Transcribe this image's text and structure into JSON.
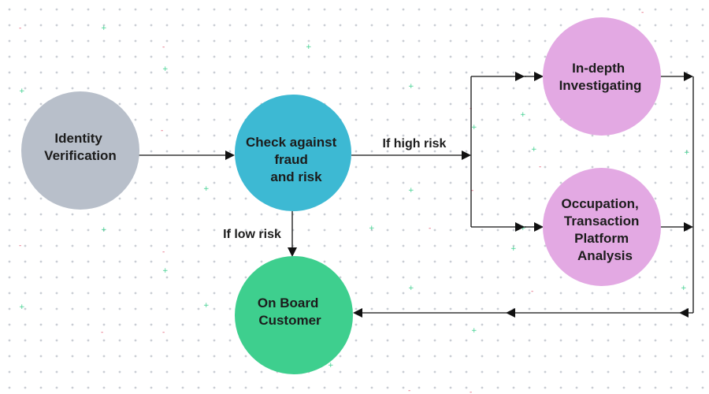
{
  "diagram": {
    "nodes": [
      {
        "id": "identity",
        "lines": [
          "Identity",
          "Verification"
        ],
        "color": "#b8bfca"
      },
      {
        "id": "check",
        "lines": [
          "Check against",
          "fraud",
          "and risk"
        ],
        "color": "#3db9d3"
      },
      {
        "id": "investigate",
        "lines": [
          "In-depth",
          "Investigating"
        ],
        "color": "#e3a9e3"
      },
      {
        "id": "analysis",
        "lines": [
          "Occupation,",
          "Transaction",
          "Platform",
          "Analysis"
        ],
        "color": "#e3a9e3"
      },
      {
        "id": "onboard",
        "lines": [
          "On Board",
          "Customer"
        ],
        "color": "#3ecf8e"
      }
    ],
    "edge_labels": {
      "high_risk": "If high risk",
      "low_risk": "If low risk"
    }
  },
  "colors": {
    "line": "#111111",
    "dot": "#c9cdd4",
    "accent_green": "#3ecf8e",
    "accent_red": "#e0506a"
  }
}
